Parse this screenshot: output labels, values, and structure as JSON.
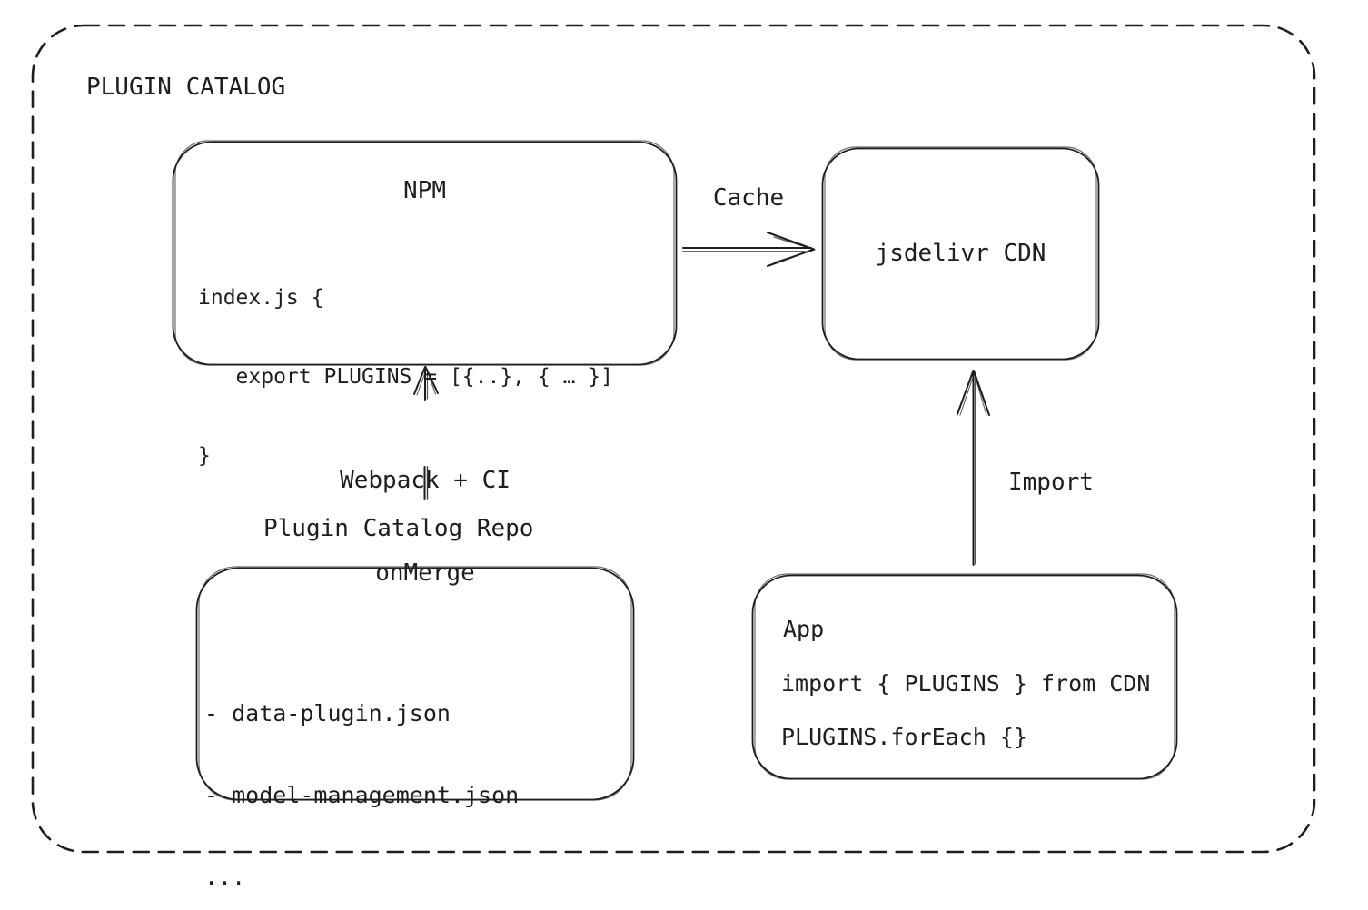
{
  "canvas": {
    "background": "#ffffff",
    "ink": "#1e1e1e"
  },
  "title": "PLUGIN CATALOG",
  "nodes": {
    "npm": {
      "title": "NPM",
      "code": [
        "index.js {",
        "   export PLUGINS = [{..}, { … }]",
        "}"
      ]
    },
    "cdn": {
      "label": "jsdelivr CDN"
    },
    "repo": {
      "label": "Plugin Catalog Repo",
      "files": [
        "- data-plugin.json",
        "- model-management.json",
        "..."
      ]
    },
    "app": {
      "title": "App",
      "code": [
        "import { PLUGINS } from CDN",
        "PLUGINS.forEach {}"
      ]
    }
  },
  "edges": {
    "cache": {
      "label": "Cache"
    },
    "build": {
      "labels": [
        "Webpack + CI",
        "onMerge"
      ]
    },
    "import": {
      "label": "Import"
    }
  }
}
